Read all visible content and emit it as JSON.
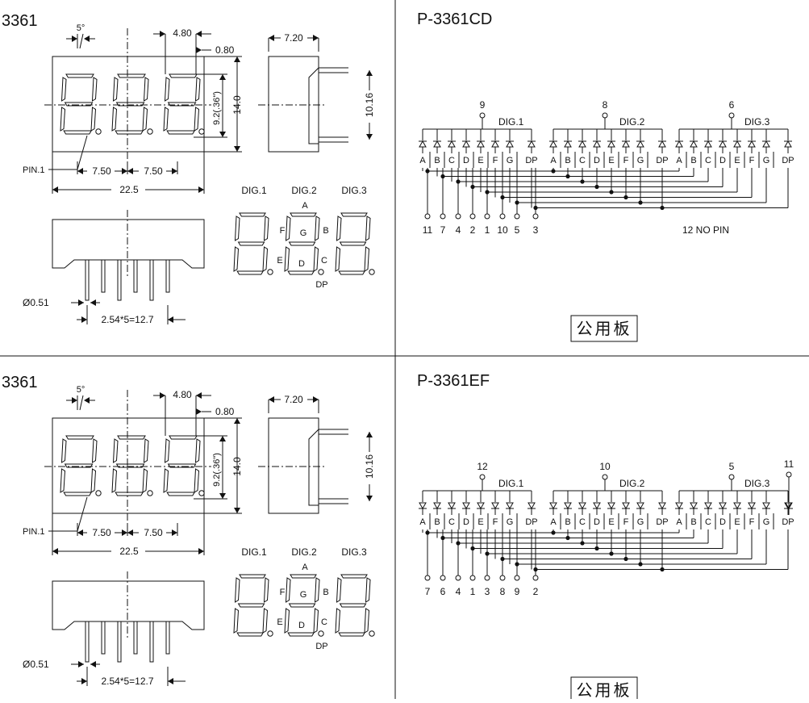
{
  "panels": [
    {
      "drawing_title": "3361",
      "circuit_title": "P-3361CD",
      "dims": {
        "angle": "5°",
        "seg_width": "4.80",
        "seg_stroke": "0.80",
        "depth": "7.20",
        "digit_height": "9.2(.36\")",
        "body_height": "14.0",
        "pin_row": "10.16",
        "pitch_a": "7.50",
        "pitch_b": "7.50",
        "width": "22.5",
        "pin_dia": "Ø0.51",
        "pin_span": "2.54*5=12.7",
        "pin1": "PIN.1"
      },
      "segments": {
        "a": "A",
        "b": "B",
        "c": "C",
        "d": "D",
        "e": "E",
        "f": "F",
        "g": "G",
        "dp": "DP"
      },
      "digit_labels": [
        "DIG.1",
        "DIG.2",
        "DIG.3"
      ],
      "common_pins": [
        "9",
        "8",
        "6"
      ],
      "extra_common": "",
      "seg_letters": [
        "A",
        "B",
        "C",
        "D",
        "E",
        "F",
        "G",
        "DP"
      ],
      "bottom_pins": [
        "11",
        "7",
        "4",
        "2",
        "1",
        "10",
        "5",
        "3"
      ],
      "note": "12 NO PIN",
      "stamp": "公用板",
      "cathode": false
    },
    {
      "drawing_title": "3361",
      "circuit_title": "P-3361EF",
      "dims": {
        "angle": "5°",
        "seg_width": "4.80",
        "seg_stroke": "0.80",
        "depth": "7.20",
        "digit_height": "9.2(.36\")",
        "body_height": "14.0",
        "pin_row": "10.16",
        "pitch_a": "7.50",
        "pitch_b": "7.50",
        "width": "22.5",
        "pin_dia": "Ø0.51",
        "pin_span": "2.54*5=12.7",
        "pin1": "PIN.1"
      },
      "segments": {
        "a": "A",
        "b": "B",
        "c": "C",
        "d": "D",
        "e": "E",
        "f": "F",
        "g": "G",
        "dp": "DP"
      },
      "digit_labels": [
        "DIG.1",
        "DIG.2",
        "DIG.3"
      ],
      "common_pins": [
        "12",
        "10",
        "5"
      ],
      "extra_common": "11",
      "seg_letters": [
        "A",
        "B",
        "C",
        "D",
        "E",
        "F",
        "G",
        "DP"
      ],
      "bottom_pins": [
        "7",
        "6",
        "4",
        "1",
        "3",
        "8",
        "9",
        "2"
      ],
      "note": "",
      "stamp": "公用板",
      "cathode": true
    }
  ]
}
